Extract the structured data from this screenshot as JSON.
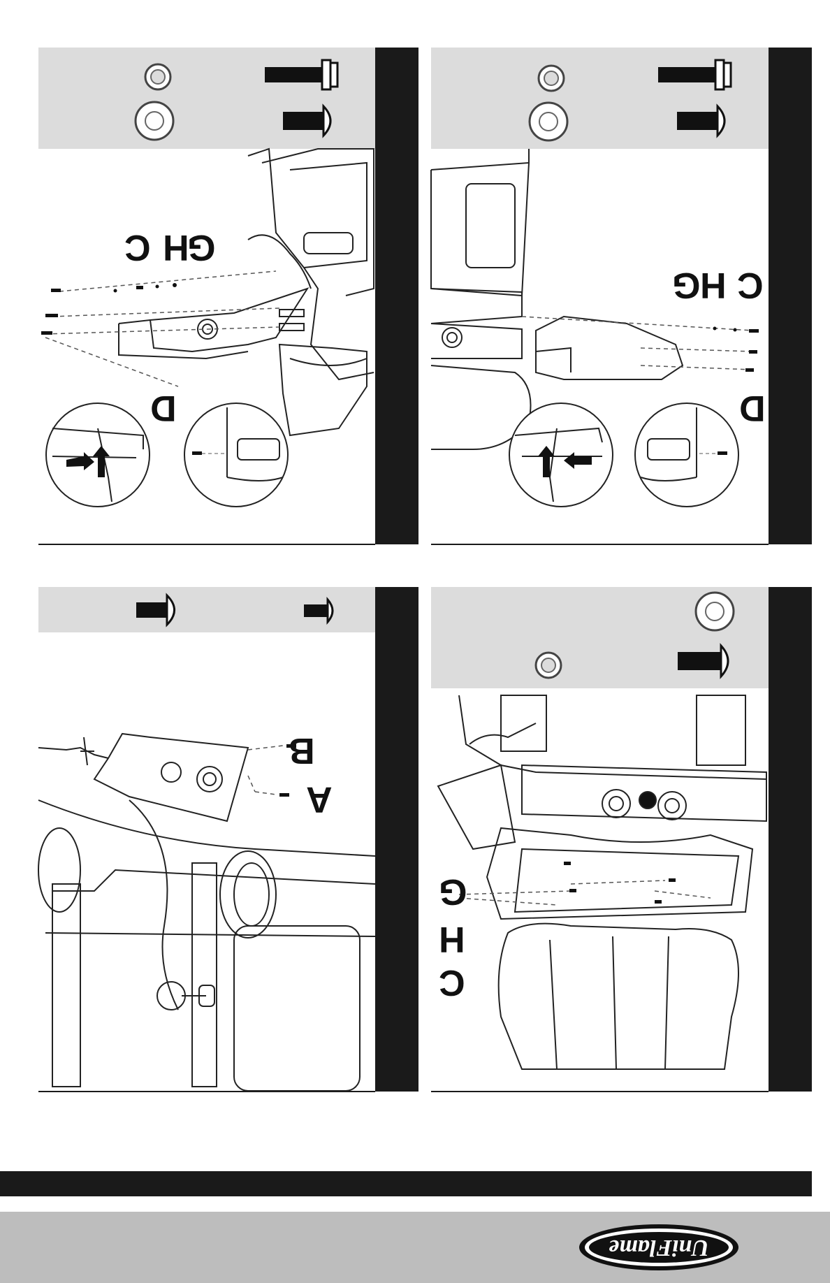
{
  "panels": [
    {
      "labels": {
        "c": "C",
        "h": "H",
        "g": "G",
        "d": "D"
      }
    },
    {
      "labels": {
        "c": "C",
        "h": "H",
        "g": "G",
        "d": "D"
      }
    },
    {
      "labels": {
        "b": "B",
        "a": "A"
      }
    },
    {
      "labels": {
        "g": "G",
        "h": "H",
        "c": "C"
      }
    }
  ],
  "brand": {
    "logo_text": "UniFlame"
  },
  "colors": {
    "header": "#dcdcdc",
    "bar": "#1a1a1a",
    "footer_band": "#bdbdbd"
  }
}
